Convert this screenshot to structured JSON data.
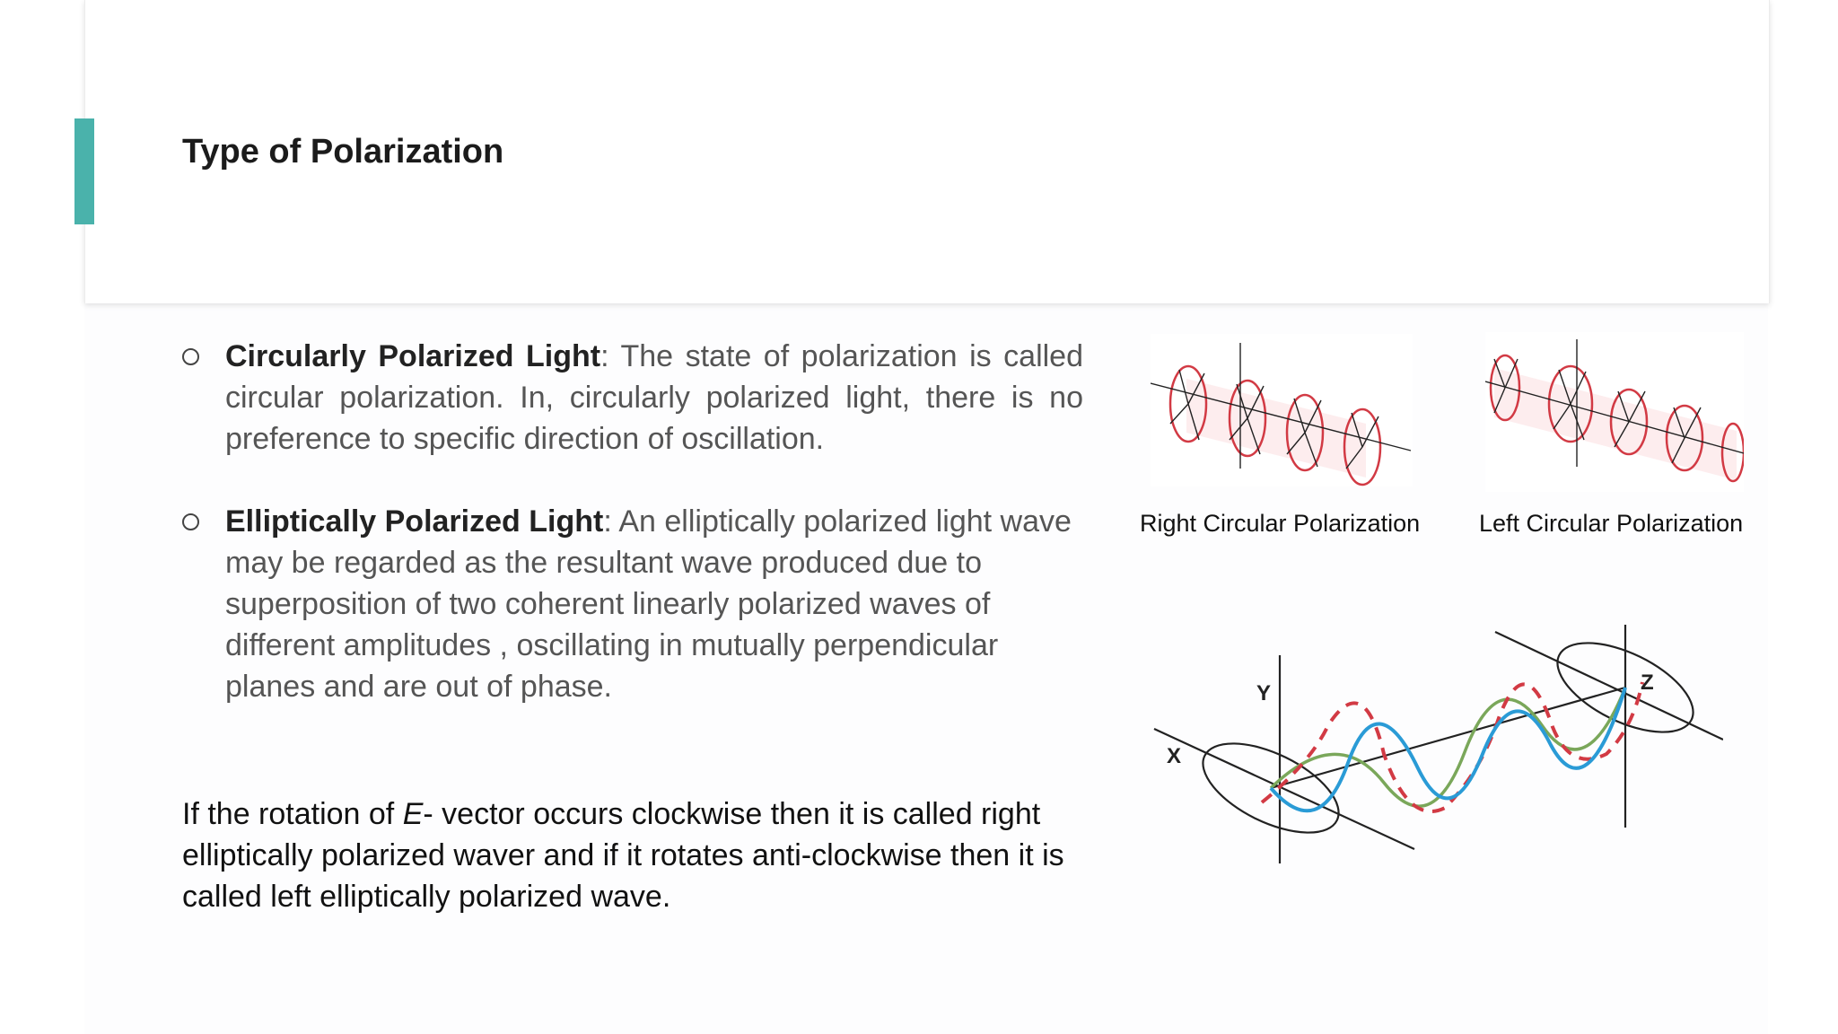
{
  "slide": {
    "title": "Type of Polarization",
    "accent_color": "#4ab2ab"
  },
  "bullets": [
    {
      "term": "Circularly Polarized Light",
      "separator": ":",
      "text": " The state of polarization is called circular polarization. In, circularly polarized light, there is no preference to specific direction of oscillation."
    },
    {
      "term": "Elliptically Polarized Light",
      "separator": ":",
      "text": " An elliptically polarized light wave may be regarded as the resultant wave produced due to superposition of two coherent linearly polarized waves of different amplitudes , oscillating in mutually perpendicular planes and are out of phase."
    }
  ],
  "conclusion": {
    "before": "If the rotation of ",
    "variable": "E",
    "after": "- vector occurs clockwise then it is called right elliptically polarized waver and if it rotates anti-clockwise then it is called left elliptically polarized wave."
  },
  "figures": {
    "right_caption": "Right Circular Polarization",
    "left_caption": "Left Circular Polarization",
    "ellipse_axes": {
      "x": "X",
      "y": "Y",
      "z": "Z"
    }
  }
}
